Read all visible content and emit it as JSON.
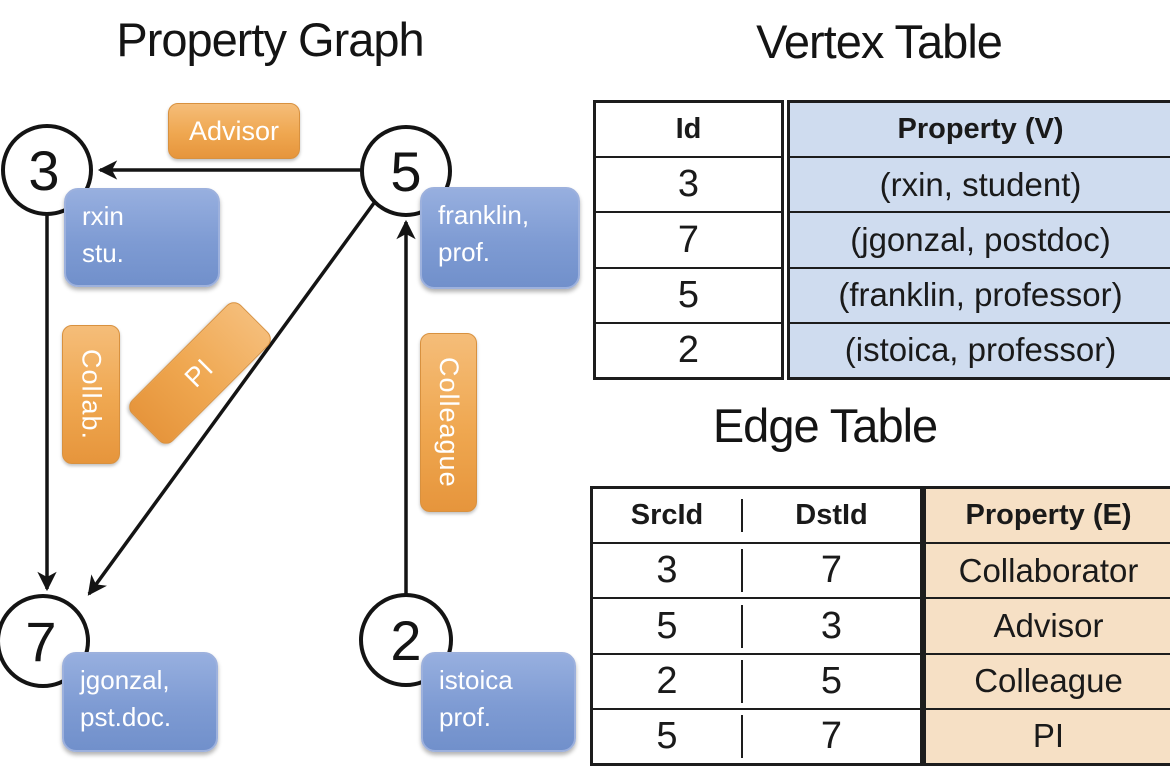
{
  "graph": {
    "title": "Property Graph",
    "nodes": [
      {
        "id": "3",
        "line1": "rxin",
        "line2": "stu."
      },
      {
        "id": "5",
        "line1": "franklin,",
        "line2": "prof."
      },
      {
        "id": "7",
        "line1": "jgonzal,",
        "line2": "pst.doc."
      },
      {
        "id": "2",
        "line1": "istoica",
        "line2": "prof."
      }
    ],
    "edge_labels": {
      "advisor": "Advisor",
      "collab": "Collab.",
      "pi": "PI",
      "colleague": "Colleague"
    }
  },
  "vertex_table": {
    "title": "Vertex Table",
    "columns": [
      "Id",
      "Property (V)"
    ],
    "rows": [
      [
        "3",
        "(rxin, student)"
      ],
      [
        "7",
        "(jgonzal, postdoc)"
      ],
      [
        "5",
        "(franklin, professor)"
      ],
      [
        "2",
        "(istoica, professor)"
      ]
    ]
  },
  "edge_table": {
    "title": "Edge Table",
    "columns": [
      "SrcId",
      "DstId",
      "Property (E)"
    ],
    "rows": [
      [
        "3",
        "7",
        "Collaborator"
      ],
      [
        "5",
        "3",
        "Advisor"
      ],
      [
        "2",
        "5",
        "Colleague"
      ],
      [
        "5",
        "7",
        "PI"
      ]
    ]
  },
  "colors": {
    "edge_label_orange": "#EFA750",
    "vertex_box_blue": "#7E9BD3",
    "vertex_table_fill": "#CFDCEF",
    "edge_table_fill": "#F6E0C5",
    "line_color": "#141414"
  }
}
